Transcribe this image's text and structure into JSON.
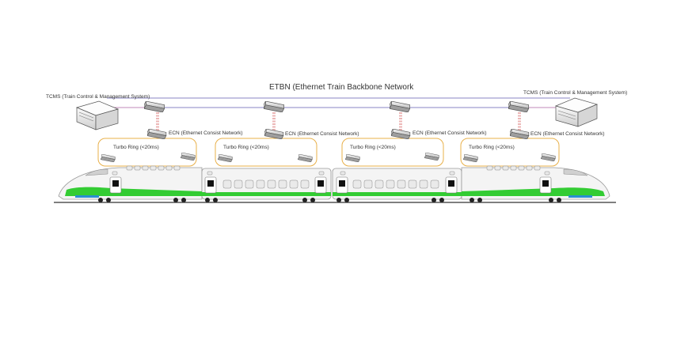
{
  "diagram": {
    "backbone_label": "ETBN (Ethernet Train Backbone Network",
    "tcms_label": "TCMS (Train Control & Management System)",
    "ecn_label": "ECN (Ethernet Consist Network)",
    "ring_label": "Turbo Ring (<20ms)"
  },
  "colors": {
    "backbone_line": "#7b7fbf",
    "backbone_line_alt": "#c07bb8",
    "ring_line": "#e8b04a",
    "ecn_link": "#d04a4a",
    "train_body": "#f4f4f4",
    "train_outline": "#9a9a9a",
    "train_stripe": "#33cc33",
    "track": "#333333"
  },
  "icons": [
    "server-icon",
    "switch-icon"
  ]
}
